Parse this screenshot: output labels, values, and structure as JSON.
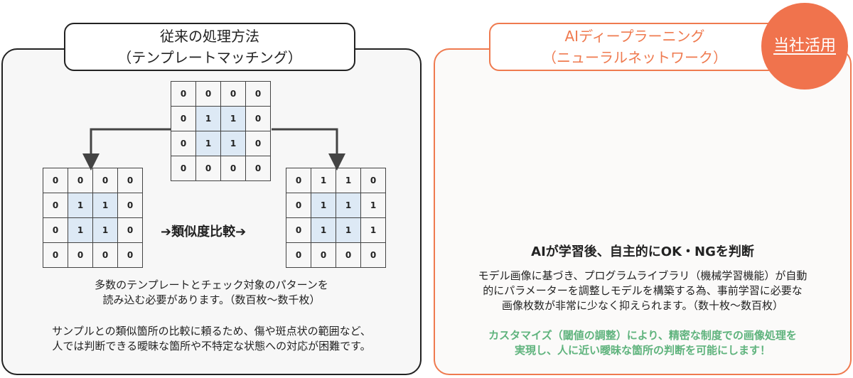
{
  "left": {
    "title_line1": "従来の処理方法",
    "title_line2": "（テンプレートマッチング）",
    "template_grid": [
      [
        0,
        0,
        0,
        0
      ],
      [
        0,
        1,
        1,
        0
      ],
      [
        0,
        1,
        1,
        0
      ],
      [
        0,
        0,
        0,
        0
      ]
    ],
    "left_grid": [
      [
        0,
        0,
        0,
        0
      ],
      [
        0,
        1,
        1,
        0
      ],
      [
        0,
        1,
        1,
        0
      ],
      [
        0,
        0,
        0,
        0
      ]
    ],
    "right_grid": [
      [
        0,
        1,
        1,
        0
      ],
      [
        0,
        1,
        1,
        1
      ],
      [
        0,
        1,
        1,
        1
      ],
      [
        0,
        0,
        0,
        0
      ]
    ],
    "compare_label": "➔類似度比較➔",
    "desc1_line1": "多数のテンプレートとチェック対象のパターンを",
    "desc1_line2": "読み込む必要があります。（数百枚〜数千枚）",
    "desc2_line1": "サンプルとの類似箇所の比較に頼るため、傷や斑点状の範囲など、",
    "desc2_line2": "人では判断できる曖昧な箇所や不特定な状態への対応が困難です。"
  },
  "right": {
    "title_line1": "AIディープラーニング",
    "title_line2": "（ニューラルネットワーク）",
    "badge": "当社活用",
    "headline": "AIが学習後、自主的にOK・NGを判断",
    "desc_line1": "モデル画像に基づき、プログラムライブラリ（機械学習機能）が自動",
    "desc_line2": "的にパラメーターを調整しモデルを構築する為、事前学習に必要な",
    "desc_line3": "画像枚数が非常に少なく抑えられます。（数十枚〜数百枚）",
    "highlight_line1": "カスタマイズ（閾値の調整）により、精密な制度での画像処理を",
    "highlight_line2": "実現し、人に近い曖昧な箇所の判断を可能にします！"
  },
  "colors": {
    "accent": "#ef7a4f",
    "badge_bg": "#f0734d",
    "cell_highlight": "#dde9f5",
    "highlight_text": "#5fb37d"
  }
}
